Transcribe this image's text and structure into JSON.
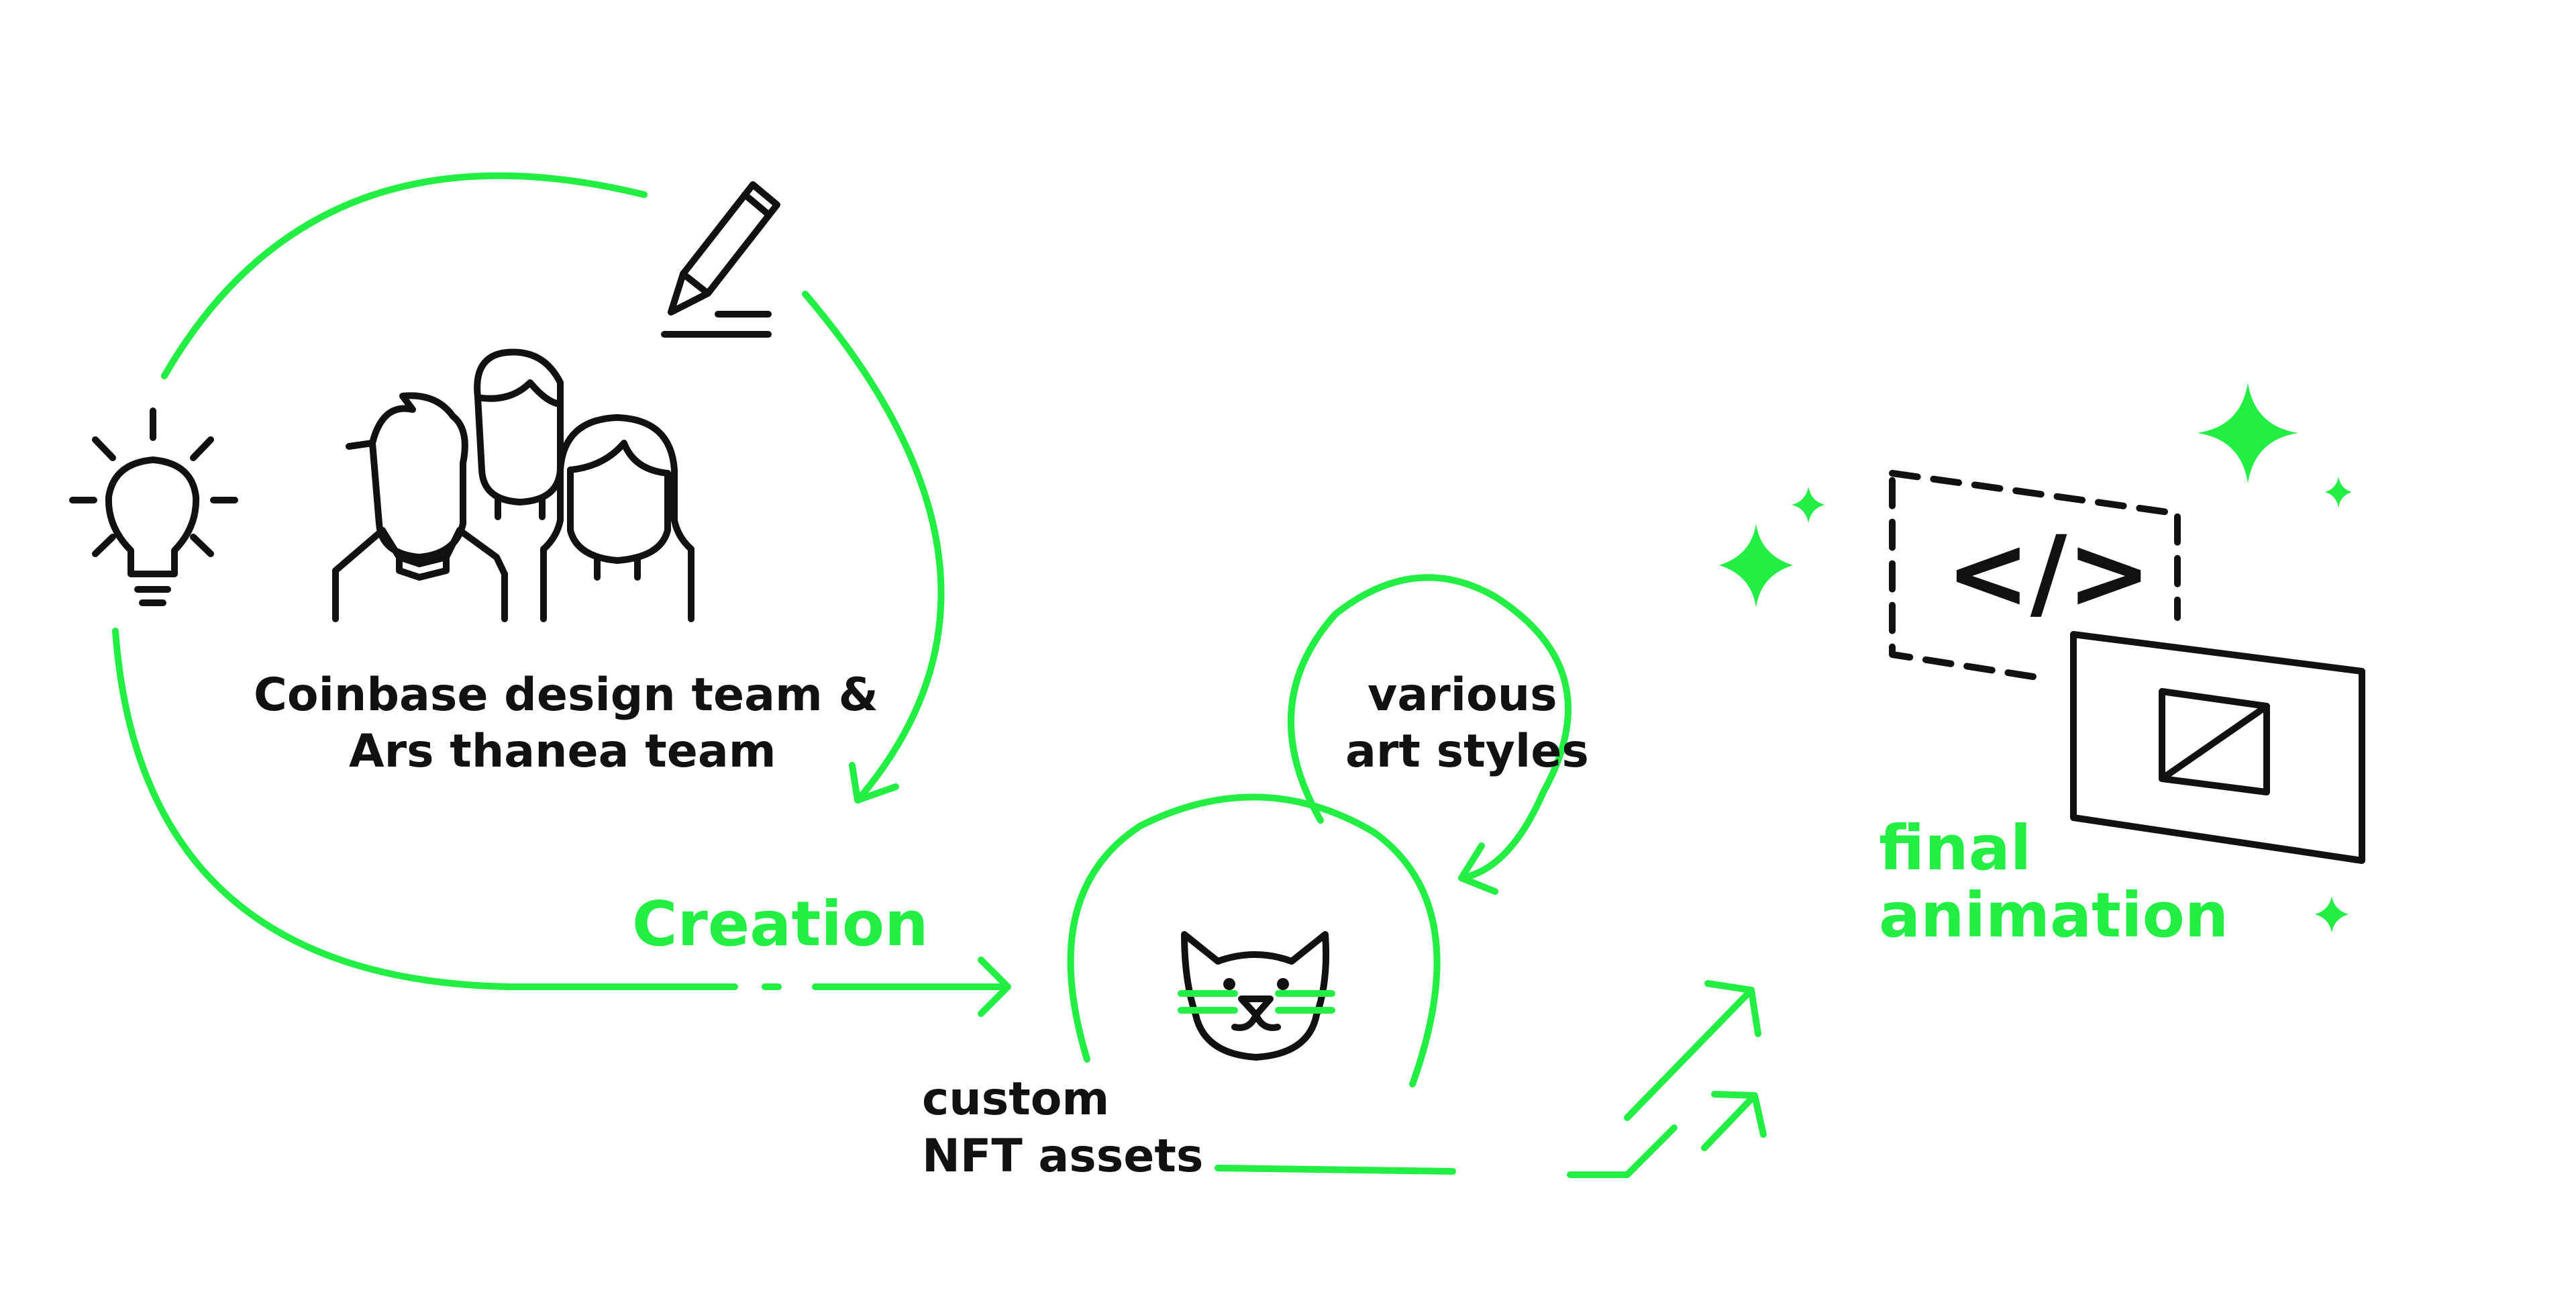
{
  "labels": {
    "team_line1": "Coinbase design team &",
    "team_line2": "Ars thanea team",
    "creation": "Creation",
    "styles_line1": "various",
    "styles_line2": "art styles",
    "assets_line1": "custom",
    "assets_line2": "NFT assets",
    "final_line1": "final",
    "final_line2": "animation",
    "code_glyph": "</>"
  },
  "colors": {
    "accent_green": "#22ee44",
    "ink": "#111111",
    "background": "#ffffff"
  },
  "icons": [
    "lightbulb-icon",
    "pencil-icon",
    "team-people-icon",
    "cat-icon",
    "code-window-icon",
    "video-frame-icon",
    "sparkle-icon"
  ]
}
